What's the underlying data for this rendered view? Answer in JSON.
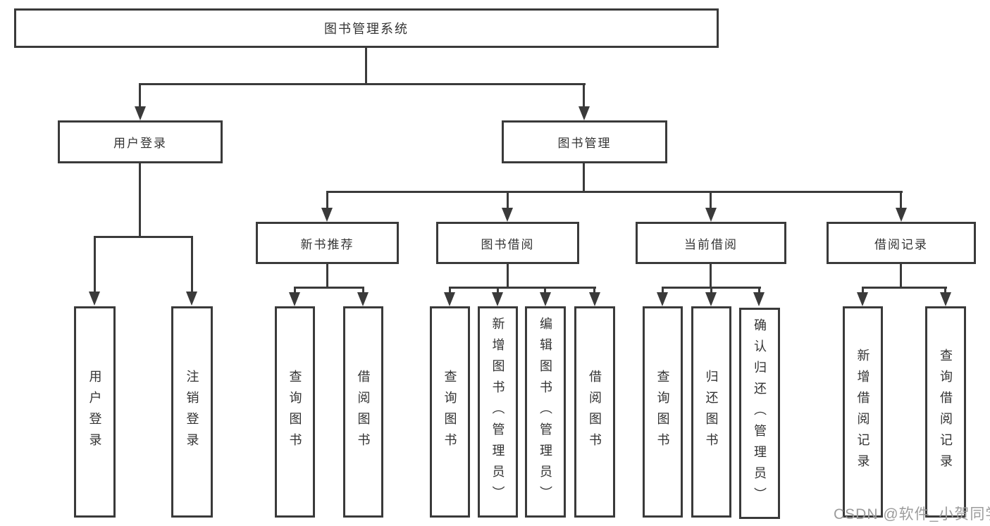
{
  "tree": {
    "root": {
      "label": "图书管理系统"
    },
    "branches": [
      {
        "label": "用户登录",
        "children": [
          {
            "label": "用户登录"
          },
          {
            "label": "注销登录"
          }
        ]
      },
      {
        "label": "图书管理",
        "children": [
          {
            "label": "新书推荐",
            "children": [
              {
                "label": "查询图书"
              },
              {
                "label": "借阅图书"
              }
            ]
          },
          {
            "label": "图书借阅",
            "children": [
              {
                "label": "查询图书"
              },
              {
                "label": "新增图书（管理员）"
              },
              {
                "label": "编辑图书（管理员）"
              },
              {
                "label": "借阅图书"
              }
            ]
          },
          {
            "label": "当前借阅",
            "children": [
              {
                "label": "查询图书"
              },
              {
                "label": "归还图书"
              },
              {
                "label": "确认归还（管理员）"
              }
            ]
          },
          {
            "label": "借阅记录",
            "children": [
              {
                "label": "新增借阅记录"
              },
              {
                "label": "查询借阅记录"
              }
            ]
          }
        ]
      }
    ]
  },
  "watermark": {
    "text": "CSDN @软件_小贺同学"
  },
  "colors": {
    "line": "#3a3a3a",
    "text": "#333333",
    "background": "#ffffff",
    "watermark": "#9c9c9c"
  }
}
